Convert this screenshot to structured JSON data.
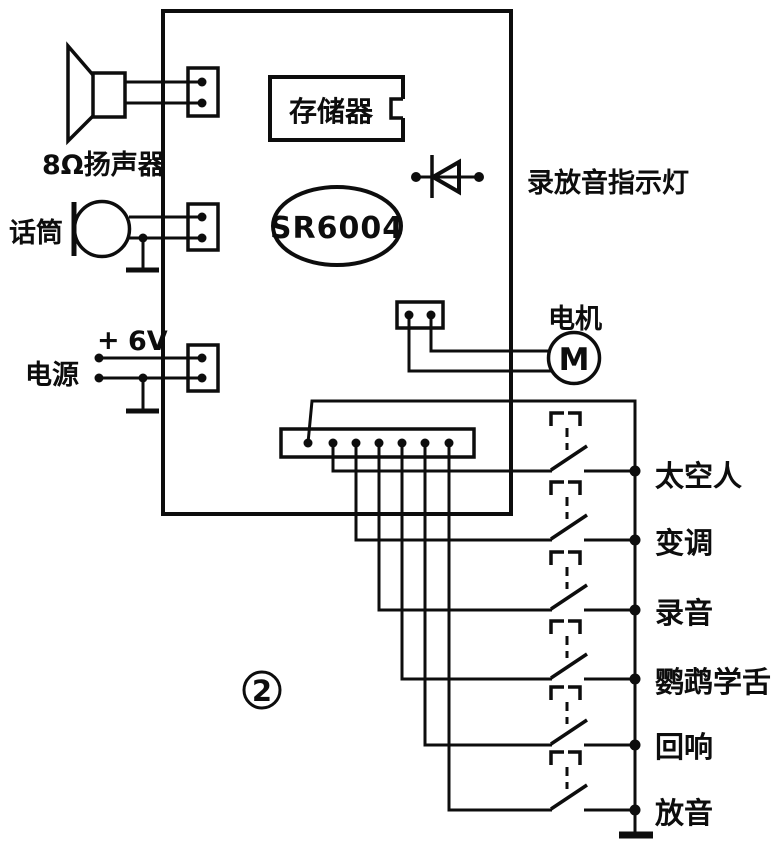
{
  "figure": {
    "number": "2"
  },
  "chip": {
    "label": "SR6004"
  },
  "memory": {
    "label": "存储器"
  },
  "indicator": {
    "label": "录放音指示灯"
  },
  "speaker": {
    "label": "8Ω扬声器"
  },
  "microphone": {
    "label": "话筒"
  },
  "power": {
    "label": "电源",
    "polarity": "+",
    "voltage": "6V"
  },
  "motor": {
    "label": "电机",
    "symbol": "M"
  },
  "switches": [
    {
      "label": "太空人"
    },
    {
      "label": "变调"
    },
    {
      "label": "录音"
    },
    {
      "label": "鹦鹉学舌"
    },
    {
      "label": "回响"
    },
    {
      "label": "放音"
    }
  ]
}
